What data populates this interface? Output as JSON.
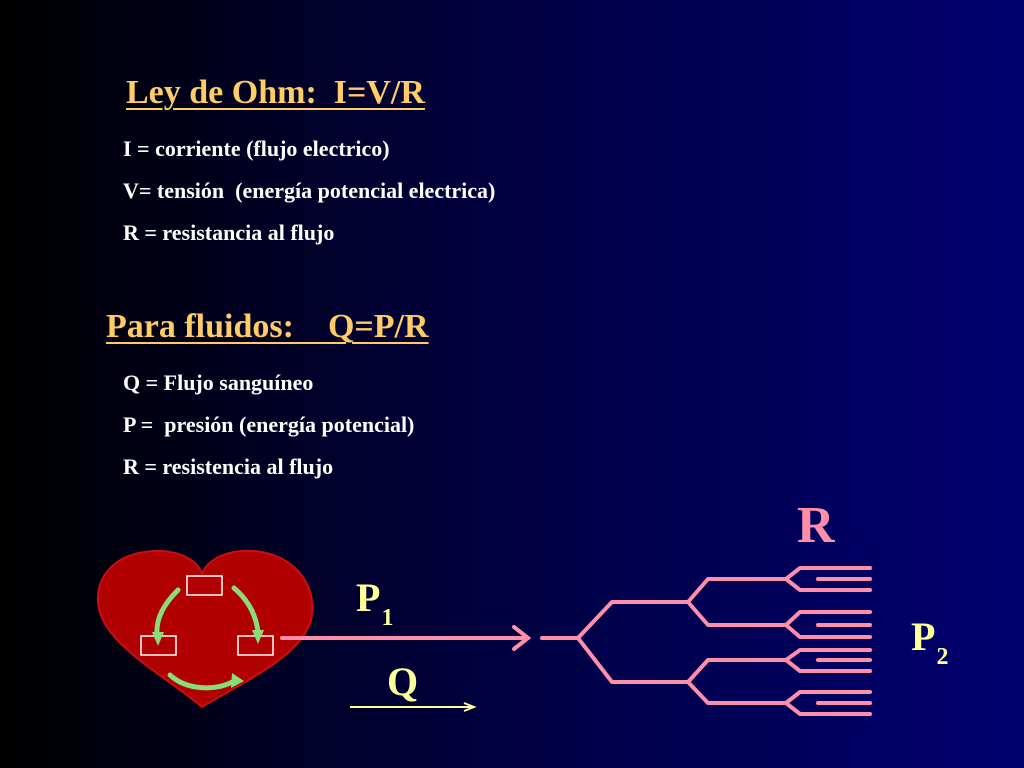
{
  "ohm": {
    "title": "Ley de Ohm:  I=V/R",
    "lines": [
      "I = corriente (flujo electrico)",
      "V= tensión  (energía potencial electrica)",
      "R = resistancia al flujo"
    ]
  },
  "fluids": {
    "title": "Para fluidos:    Q=P/R",
    "lines": [
      "Q = Flujo sanguíneo",
      "P =  presión (energía potencial)",
      "R = resistencia al flujo"
    ]
  },
  "diagram": {
    "p1_base": "P",
    "p1_sub": "1",
    "q_label": "Q",
    "r_label": "R",
    "p2_base": "P",
    "p2_sub": "2"
  },
  "colors": {
    "background": "#00006e",
    "heading": "#ffcc66",
    "body_text": "#ffffff",
    "labels": "#ffff99",
    "heart": "#b00000",
    "vessels": "#ff8ea8",
    "cycle_arrows": "#88dd77"
  },
  "icons": {
    "heart": "heart-icon",
    "cycle": "circular-arrows-icon"
  }
}
